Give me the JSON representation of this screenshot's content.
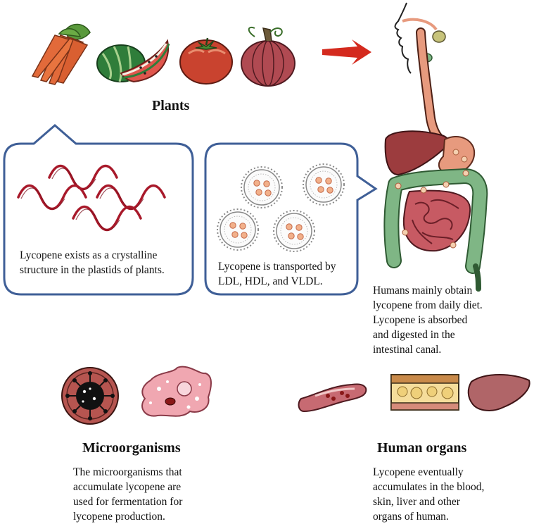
{
  "labels": {
    "plants": "Plants",
    "microorganisms": "Microorganisms",
    "human_organs": "Human organs"
  },
  "captions": {
    "plastids": "Lycopene exists as a crystalline\nstructure in the plastids of plants.",
    "transport": "Lycopene is transported by\nLDL, HDL, and VLDL.",
    "digestion": "Humans mainly obtain\nlycopene from daily diet.\nLycopene is absorbed\nand digested in the\nintestinal canal.",
    "fermentation": "The microorganisms that\naccumulate lycopene are\nused for fermentation for\nlycopene production.",
    "accumulation": "Lycopene eventually\naccumulates in the blood,\nskin, liver and other\norgans of human."
  },
  "colors": {
    "callout_border": "#3f5f97",
    "arrow": "#d42a1e",
    "helix": "#a8192a",
    "carrot": "#e26a3a",
    "watermelon_rind": "#2f7d3a",
    "watermelon_flesh": "#e0564d",
    "tomato": "#c9432f",
    "pumpkin": "#b04a52",
    "esophagus": "#e79a7e",
    "liver": "#9c3c3e",
    "intestine": "#c75a63",
    "colon": "#7fb685",
    "micro_dark": "#b65550",
    "micro_pink": "#f0a7b1"
  },
  "icons": [
    "carrot-icon",
    "watermelon-icon",
    "tomato-icon",
    "pumpkin-icon",
    "red-arrow-icon",
    "digestive-system-icon",
    "lycopene-helix-icon",
    "lipoprotein-icon",
    "bacterium-icon",
    "amoeba-cell-icon",
    "blood-vessel-icon",
    "skin-layer-icon",
    "liver-icon"
  ]
}
